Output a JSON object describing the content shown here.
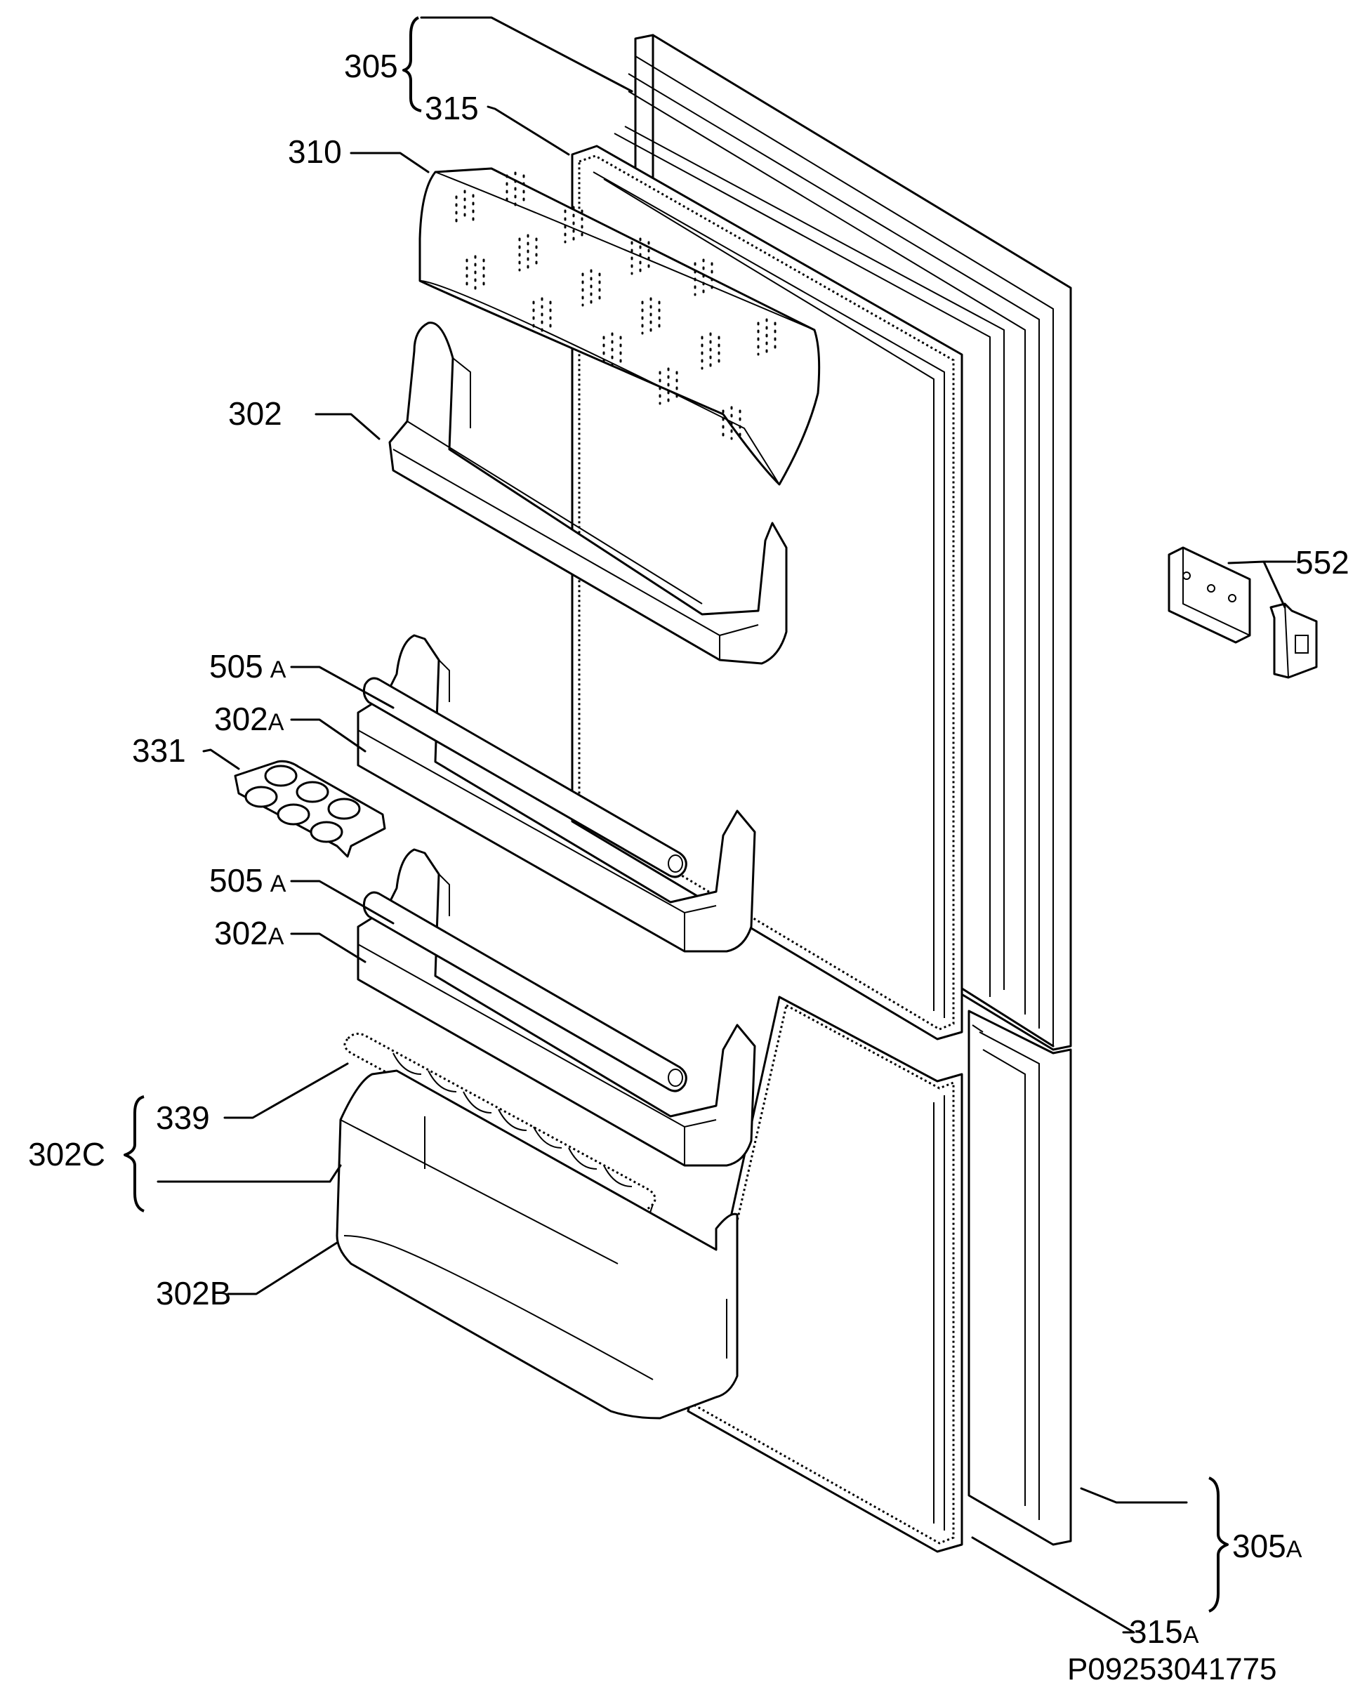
{
  "diagram": {
    "drawing_code": "P09253041775",
    "labels": {
      "l305": "305",
      "l315": "315",
      "l310": "310",
      "l302": "302",
      "l505a_1": "505",
      "l505a_1_suffix": "A",
      "l302a_1": "302",
      "l302a_1_suffix": "A",
      "l331": "331",
      "l505a_2": "505",
      "l505a_2_suffix": "A",
      "l302a_2": "302",
      "l302a_2_suffix": "A",
      "l339": "339",
      "l302c": "302C",
      "l302b": "302B",
      "l552": "552",
      "l305a": "305",
      "l305a_suffix": "A",
      "l315a": "315",
      "l315a_suffix": "A"
    }
  }
}
